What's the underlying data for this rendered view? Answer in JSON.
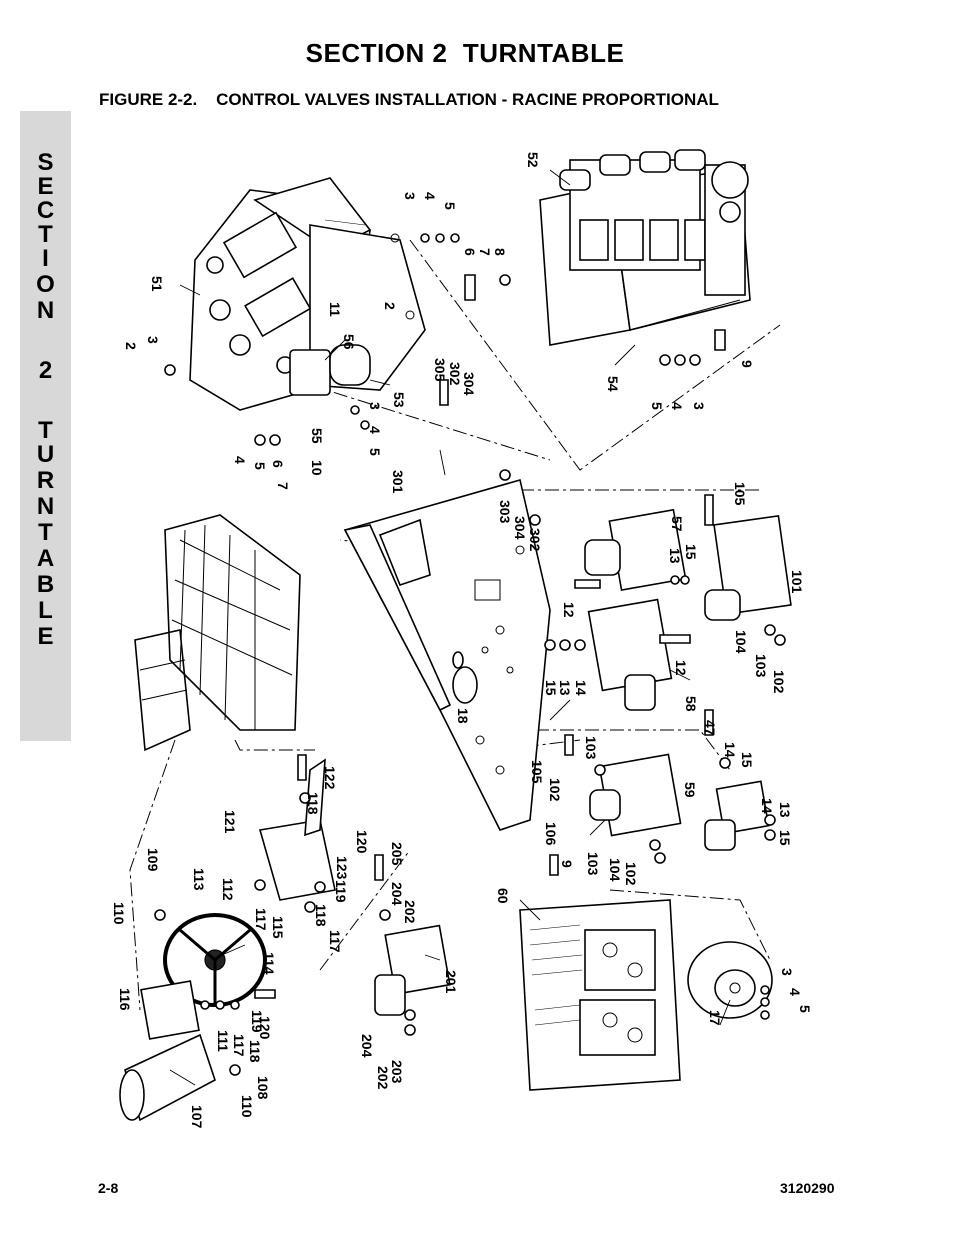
{
  "header": {
    "section_title": "SECTION 2  TURNTABLE",
    "figure_title": "FIGURE 2-2.    CONTROL VALVES INSTALLATION - RACINE PROPORTIONAL"
  },
  "side_tab": {
    "letters": [
      "S",
      "E",
      "C",
      "T",
      "I",
      "O",
      "N",
      "2",
      "T",
      "U",
      "R",
      "N",
      "T",
      "A",
      "B",
      "L",
      "E"
    ]
  },
  "footer": {
    "page_number": "2-8",
    "document_number": "3120290"
  },
  "diagram": {
    "callouts": [
      "52",
      "3",
      "4",
      "5",
      "6",
      "7",
      "8",
      "51",
      "2",
      "11",
      "2",
      "3",
      "56",
      "53",
      "305",
      "302",
      "304",
      "3",
      "4",
      "5",
      "55",
      "10",
      "4",
      "5",
      "6",
      "7",
      "54",
      "5",
      "4",
      "3",
      "9",
      "301",
      "303",
      "304",
      "302",
      "105",
      "57",
      "13",
      "15",
      "101",
      "12",
      "12",
      "15",
      "13",
      "14",
      "58",
      "104",
      "103",
      "102",
      "18",
      "47",
      "14",
      "15",
      "105",
      "102",
      "103",
      "59",
      "14",
      "13",
      "15",
      "106",
      "9",
      "103",
      "104",
      "102",
      "121",
      "118",
      "122",
      "120",
      "123",
      "119",
      "205",
      "204",
      "202",
      "109",
      "113",
      "112",
      "110",
      "117",
      "115",
      "118",
      "117",
      "60",
      "201",
      "116",
      "114",
      "111",
      "117",
      "118",
      "119",
      "120",
      "204",
      "203",
      "202",
      "108",
      "110",
      "107",
      "17",
      "3",
      "4",
      "5"
    ]
  }
}
